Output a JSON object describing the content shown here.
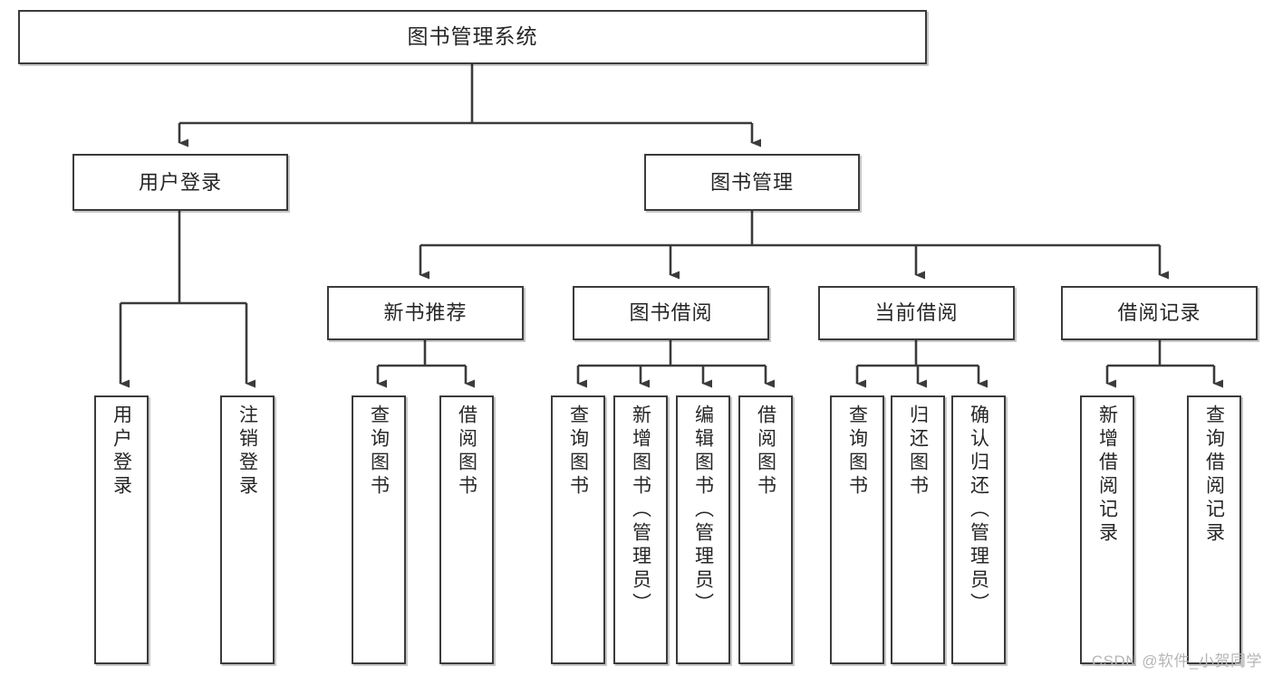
{
  "diagram": {
    "title": "图书管理系统",
    "type": "tree-hierarchy",
    "watermark": "CSDN @软件_小贺同学",
    "colors": {
      "border": "#3b3b3b",
      "text": "#262626",
      "connector": "#3b3b3b",
      "background": "#ffffff",
      "watermark": "#b6b6b6"
    },
    "root": {
      "label": "图书管理系统"
    },
    "level2": [
      {
        "label": "用户登录"
      },
      {
        "label": "图书管理"
      }
    ],
    "level3": [
      {
        "label": "新书推荐"
      },
      {
        "label": "图书借阅"
      },
      {
        "label": "当前借阅"
      },
      {
        "label": "借阅记录"
      }
    ],
    "leaves": {
      "user_login": [
        {
          "label": "用户登录"
        },
        {
          "label": "注销登录"
        }
      ],
      "new_book_recommend": [
        {
          "label": "查询图书"
        },
        {
          "label": "借阅图书"
        }
      ],
      "book_borrow": [
        {
          "label": "查询图书"
        },
        {
          "label": "新增图书（管理员）"
        },
        {
          "label": "编辑图书（管理员）"
        },
        {
          "label": "借阅图书"
        }
      ],
      "current_borrow": [
        {
          "label": "查询图书"
        },
        {
          "label": "归还图书"
        },
        {
          "label": "确认归还（管理员）"
        }
      ],
      "borrow_record": [
        {
          "label": "新增借阅记录"
        },
        {
          "label": "查询借阅记录"
        }
      ]
    }
  }
}
